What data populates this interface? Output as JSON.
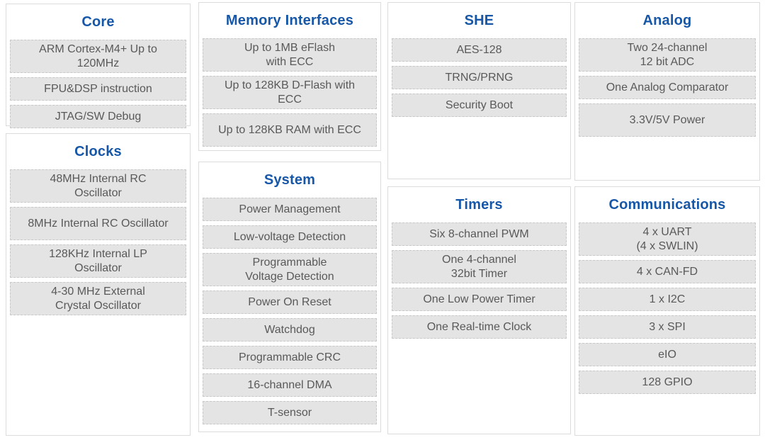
{
  "style": {
    "title_color": "#1757A8",
    "item_bg": "#e4e4e4",
    "item_border": "#c9c9c9",
    "item_text": "#595959",
    "panel_border": "#dcdcdc",
    "background": "#ffffff"
  },
  "sections": [
    {
      "id": "core",
      "title": "Core",
      "items": [
        {
          "text": "ARM Cortex-M4+ Up to\n120MHz",
          "tall": true
        },
        {
          "text": "FPU&DSP instruction"
        },
        {
          "text": "JTAG/SW Debug"
        }
      ]
    },
    {
      "id": "clocks",
      "title": "Clocks",
      "items": [
        {
          "text": "48MHz Internal RC\nOscillator",
          "tall": true
        },
        {
          "text": "8MHz Internal RC Oscillator",
          "tall": true
        },
        {
          "text": "128KHz Internal LP\nOscillator",
          "tall": true
        },
        {
          "text": "4-30 MHz External\nCrystal Oscillator",
          "tall": true
        }
      ]
    },
    {
      "id": "memory",
      "title": "Memory Interfaces",
      "items": [
        {
          "text": "Up to 1MB eFlash\nwith ECC",
          "tall": true
        },
        {
          "text": "Up to 128KB D-Flash with\nECC",
          "tall": true
        },
        {
          "text": "Up to 128KB RAM with ECC",
          "tall": true
        }
      ]
    },
    {
      "id": "system",
      "title": "System",
      "items": [
        {
          "text": "Power Management"
        },
        {
          "text": "Low-voltage Detection"
        },
        {
          "text": "Programmable\nVoltage Detection",
          "tall": true
        },
        {
          "text": "Power On Reset"
        },
        {
          "text": "Watchdog"
        },
        {
          "text": "Programmable CRC"
        },
        {
          "text": "16-channel DMA"
        },
        {
          "text": "T-sensor"
        }
      ]
    },
    {
      "id": "she",
      "title": "SHE",
      "items": [
        {
          "text": "AES-128"
        },
        {
          "text": "TRNG/PRNG"
        },
        {
          "text": "Security Boot"
        }
      ]
    },
    {
      "id": "timers",
      "title": "Timers",
      "items": [
        {
          "text": "Six 8-channel PWM"
        },
        {
          "text": "One 4-channel\n32bit Timer",
          "tall": true
        },
        {
          "text": "One Low Power Timer"
        },
        {
          "text": "One Real-time Clock"
        }
      ]
    },
    {
      "id": "analog",
      "title": "Analog",
      "items": [
        {
          "text": "Two 24-channel\n12 bit ADC",
          "tall": true
        },
        {
          "text": "One Analog Comparator"
        },
        {
          "text": "3.3V/5V Power",
          "tall": true
        }
      ]
    },
    {
      "id": "communications",
      "title": "Communications",
      "items": [
        {
          "text": "4 x UART\n(4 x SWLIN)",
          "tall": true
        },
        {
          "text": "4 x CAN-FD"
        },
        {
          "text": "1 x I2C"
        },
        {
          "text": "3 x SPI"
        },
        {
          "text": "eIO"
        },
        {
          "text": "128 GPIO"
        }
      ]
    }
  ]
}
